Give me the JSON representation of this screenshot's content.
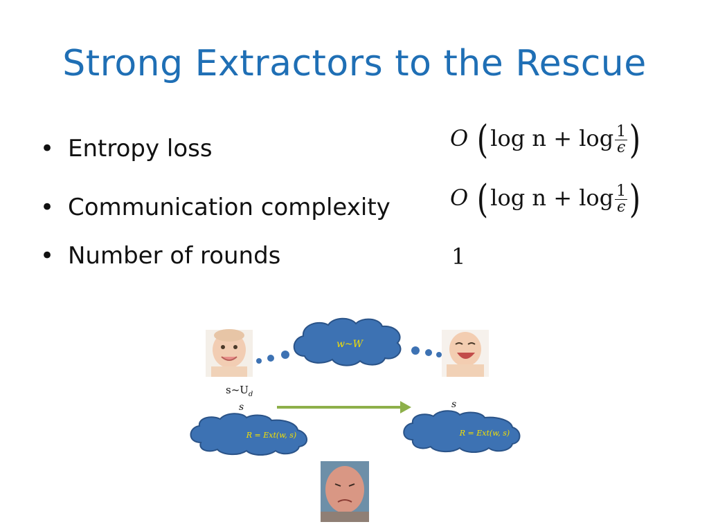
{
  "slide": {
    "title": "Strong Extractors to the Rescue",
    "bullets": [
      {
        "label": "Entropy loss",
        "bullet": "•"
      },
      {
        "label": "Communication complexity",
        "bullet": "•"
      },
      {
        "label": "Number of rounds",
        "bullet": "•"
      }
    ],
    "math": {
      "big_o": "O",
      "log_n": "log n + log",
      "frac_num": "1",
      "frac_den": "ϵ",
      "rounds_value": "1"
    },
    "diagram": {
      "cloud_top": "w~W",
      "left_var": "s~U",
      "left_var_sub": "d",
      "left_s": "s",
      "right_s": "s",
      "cloud_left": "R = Ext(w, s)",
      "cloud_right": "R = Ext(w, s)"
    },
    "colors": {
      "title": "#1f6fb5",
      "cloud_fill": "#3d72b3",
      "cloud_stroke": "#2a5388",
      "cloud_text": "#f5e000",
      "arrow": "#8db04a",
      "dots": "#3d72b3"
    }
  }
}
